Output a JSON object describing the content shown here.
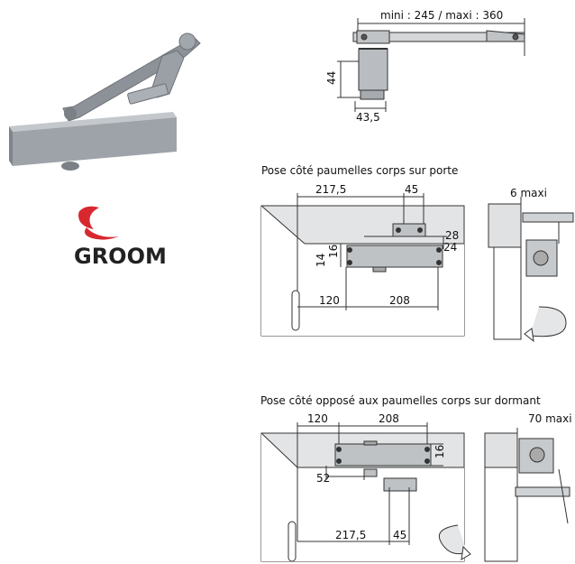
{
  "brand": {
    "name": "GROOM",
    "accent_color": "#d8282f"
  },
  "product_icon": "door-closer-icon",
  "top_view": {
    "arm_range": "mini : 245 / maxi : 360",
    "height": "44",
    "width": "43,5"
  },
  "install_a": {
    "caption": "Pose côté paumelles corps sur porte",
    "dim_217_5": "217,5",
    "dim_45": "45",
    "dim_28": "28",
    "dim_24": "24",
    "dim_16": "16",
    "dim_14": "14",
    "dim_120": "120",
    "dim_208": "208",
    "side_gap": "6 maxi"
  },
  "install_b": {
    "caption": "Pose côté opposé aux paumelles corps sur dormant",
    "dim_120": "120",
    "dim_208": "208",
    "dim_16": "16",
    "dim_52": "52",
    "dim_217_5": "217,5",
    "dim_45": "45",
    "side_gap": "70 maxi"
  }
}
